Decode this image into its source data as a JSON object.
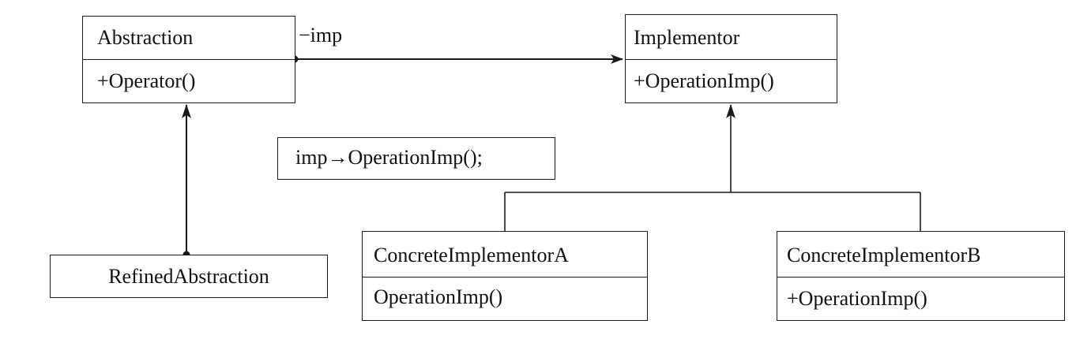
{
  "classes": {
    "abstraction": {
      "name": "Abstraction",
      "operation": "+Operator()"
    },
    "implementor": {
      "name": "Implementor",
      "operation": "+OperationImp()"
    },
    "refined_abstraction": {
      "name": "RefinedAbstraction"
    },
    "concrete_a": {
      "name": "ConcreteImplementorA",
      "operation": "OperationImp()"
    },
    "concrete_b": {
      "name": "ConcreteImplementorB",
      "operation": "+OperationImp()"
    }
  },
  "association": {
    "role_label": "−imp"
  },
  "note": {
    "text": "imp→OperationImp();"
  },
  "colors": {
    "line": "#1a1a1a",
    "text": "#111111",
    "background": "#ffffff"
  }
}
